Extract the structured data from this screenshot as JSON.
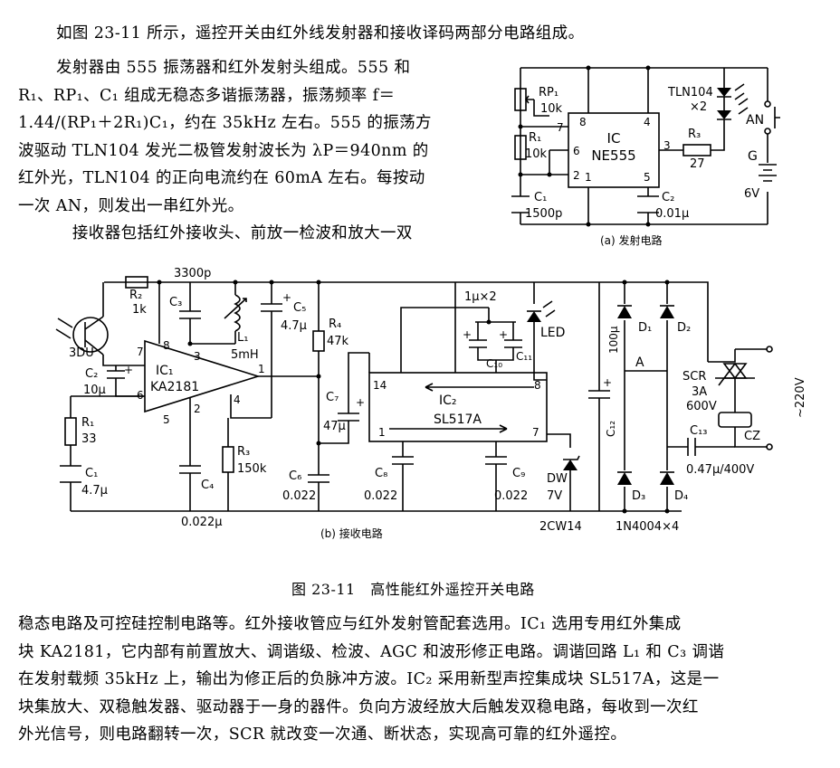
{
  "intro_line": "如图 23-11 所示，遥控开关由红外线发射器和接收译码两部分电路组成。",
  "top_paragraph": [
    "发射器由 555 振荡器和红外发射头组成。555 和",
    "R₁、RP₁、C₁ 组成无稳态多谐振荡器，振荡频率 f＝",
    "1.44/(RP₁＋2R₁)C₁，约在 35kHz 左右。555 的振荡方",
    "波驱动 TLN104 发光二极管发射波长为 λP＝940nm 的",
    "红外光，TLN104 的正向电流约在 60mA 左右。每按动",
    "一次 AN，则发出一串红外光。",
    "　接收器包括红外接收头、前放一检波和放大一双"
  ],
  "bottom_paragraph": [
    "稳态电路及可控硅控制电路等。红外接收管应与红外发射管配套选用。IC₁ 选用专用红外集成",
    "块 KA2181，它内部有前置放大、调谐级、检波、AGC 和波形修正电路。调谐回路 L₁ 和 C₃ 调谐",
    "在发射载频 35kHz 上，输出为修正后的负脉冲方波。IC₂ 采用新型声控集成块 SL517A，这是一",
    "块集放大、双稳触发器、驱动器于一身的器件。负向方波经放大后触发双稳电路，每收到一次红",
    "外光信号，则电路翻转一次，SCR 就改变一次通、断状态，实现高可靠的红外遥控。"
  ],
  "figure_caption": "图 23-11　高性能红外遥控开关电路",
  "transmitter": {
    "caption": "(a) 发射电路",
    "rp1": "RP₁",
    "rp1_value": "10k",
    "r1": "R₁",
    "r1_value": "10k",
    "c1": "C₁",
    "c1_value": "1500p",
    "ic_name": "IC",
    "ic_model": "NE555",
    "pin_8": "8",
    "pin_4": "4",
    "pin_7": "7",
    "pin_6": "6",
    "pin_2": "2",
    "pin_1": "1",
    "pin_5": "5",
    "pin_3": "3",
    "c2": "C₂",
    "c2_value": "0.01μ",
    "r3": "R₃",
    "r3_value": "27",
    "led": "TLN104",
    "led_count": "×2",
    "switch": "AN",
    "battery": "G",
    "battery_value": "6V"
  },
  "receiver": {
    "caption": "(b) 接收电路",
    "c3_value": "3300p",
    "r2": "R₂",
    "r2_value": "1k",
    "c3": "C₃",
    "l1": "L₁",
    "l1_value": "5mH",
    "c5": "C₅",
    "c5_value": "4.7μ",
    "r4": "R₄",
    "r4_value": "47k",
    "ic1": "IC₁",
    "ic1_model": "KA2181",
    "ic1_pin7": "7",
    "ic1_pin8": "8",
    "ic1_pin3": "3",
    "ic1_pin1": "1",
    "ic1_pin6": "6",
    "ic1_pin5": "5",
    "ic1_pin2": "2",
    "ic1_pin4": "4",
    "receiver_diode": "3DU",
    "c2": "C₂",
    "c2_value": "10μ",
    "r1": "R₁",
    "r1_value": "33",
    "c1": "C₁",
    "c1_value": "4.7μ",
    "c4": "C₄",
    "c4_value": "0.022μ",
    "r3": "R₃",
    "r3_value": "150k",
    "c6": "C₆",
    "c6_value": "0.022",
    "c7": "C₇",
    "c7_value": "47μ",
    "ic2": "IC₂",
    "ic2_model": "SL517A",
    "ic2_pin14": "14",
    "ic2_pin8": "8",
    "ic2_pin1": "1",
    "ic2_pin7": "7",
    "cap_pair": "1μ×2",
    "c10": "C₁₀",
    "c11": "C₁₁",
    "c8": "C₈",
    "c8_value": "0.022",
    "c9": "C₉",
    "c9_value": "0.022",
    "led": "LED",
    "dw": "DW",
    "dw_value": "7V",
    "dw_model": "2CW14",
    "c12": "C₁₂",
    "c12_value": "100μ",
    "d1": "D₁",
    "d2": "D₂",
    "d3": "D₃",
    "d4": "D₄",
    "node_a": "A",
    "diode_model": "1N4004×4",
    "scr": "SCR",
    "scr_rating": "3A",
    "scr_voltage": "600V",
    "c13": "C₁₃",
    "c13_value": "0.47μ/400V",
    "socket": "CZ",
    "mains": "~220V"
  }
}
